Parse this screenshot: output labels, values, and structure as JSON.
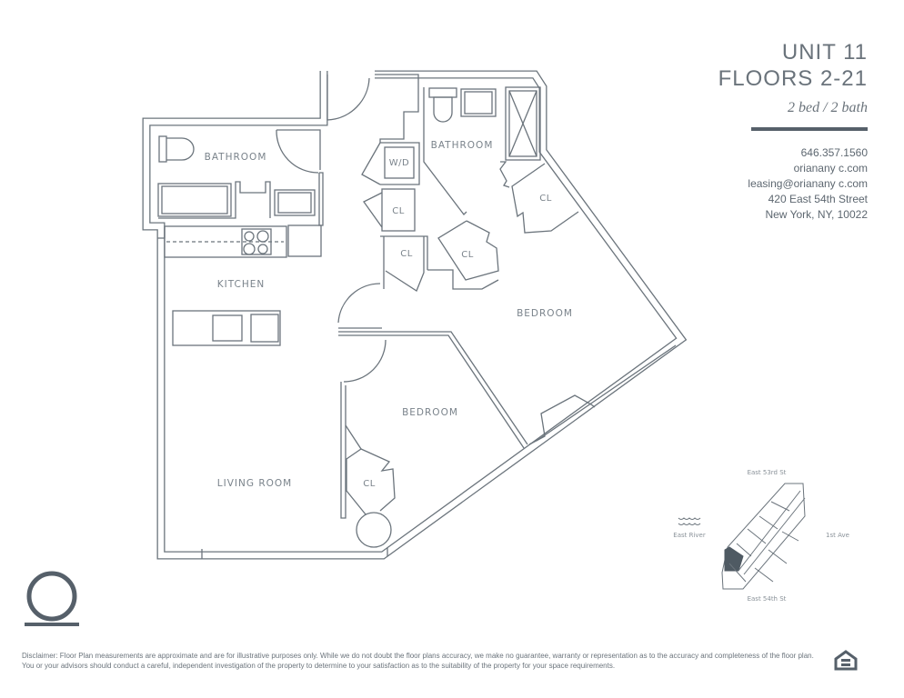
{
  "header": {
    "unit": "UNIT 11",
    "floors": "FLOORS 2-21",
    "layout": "2 bed / 2 bath"
  },
  "contact": {
    "phone": "646.357.1560",
    "website": "orianany c.com",
    "email": "leasing@orianany c.com",
    "address_line1": "420 East 54th Street",
    "address_line2": "New York, NY, 10022"
  },
  "rooms": {
    "bathroom_1": "BATHROOM",
    "bathroom_2": "BATHROOM",
    "kitchen": "KITCHEN",
    "living_room": "LIVING ROOM",
    "bedroom_1": "BEDROOM",
    "bedroom_2": "BEDROOM",
    "washer_dryer": "W/D",
    "closet": "CL"
  },
  "key_plan": {
    "north_street": "East 53rd St",
    "south_street": "East 54th St",
    "west": "East River",
    "east": "1st Ave",
    "highlight_color": "#4f5a63"
  },
  "disclaimer": "Disclaimer:  Floor Plan measurements are approximate and are for illustrative purposes only. While we do not doubt the floor plans accuracy, we make no guarantee, warranty or representation as to the accuracy and completeness of the floor plan. You or your advisors should conduct a careful, independent investigation of the property to determine to your satisfaction as to the suitability of the property for your space requirements.",
  "icons": {
    "logo": "oriana-o-logo",
    "equal_housing": "equal-housing-icon"
  },
  "colors": {
    "line": "#6b747c",
    "accent": "#56606a"
  }
}
